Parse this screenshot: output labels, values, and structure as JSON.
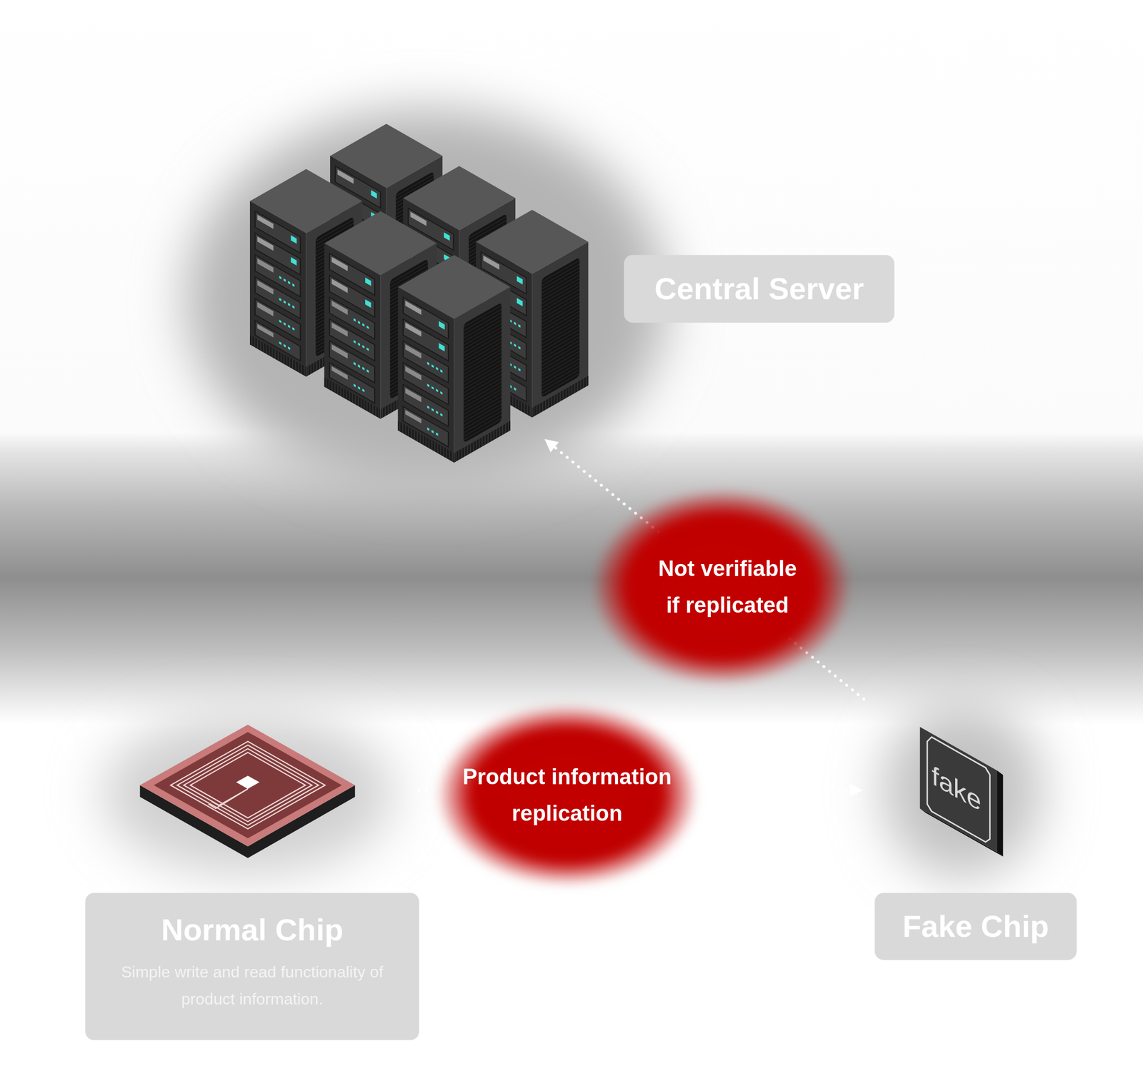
{
  "diagram": {
    "nodes": [
      {
        "text": [
          "Central Server"
        ]
      },
      {
        "text": [
          "Normal Chip",
          "Simple write and read functionality of product information."
        ]
      },
      {
        "text": [
          "Fake Chip"
        ]
      }
    ],
    "edges": [
      {
        "from": 1,
        "to": 2,
        "arrow": "to",
        "label": "Product information replication"
      },
      {
        "from": 2,
        "to": 0,
        "arrow": "to",
        "label": "Not verifiable if replicated"
      }
    ],
    "labels": [
      "fake"
    ]
  }
}
